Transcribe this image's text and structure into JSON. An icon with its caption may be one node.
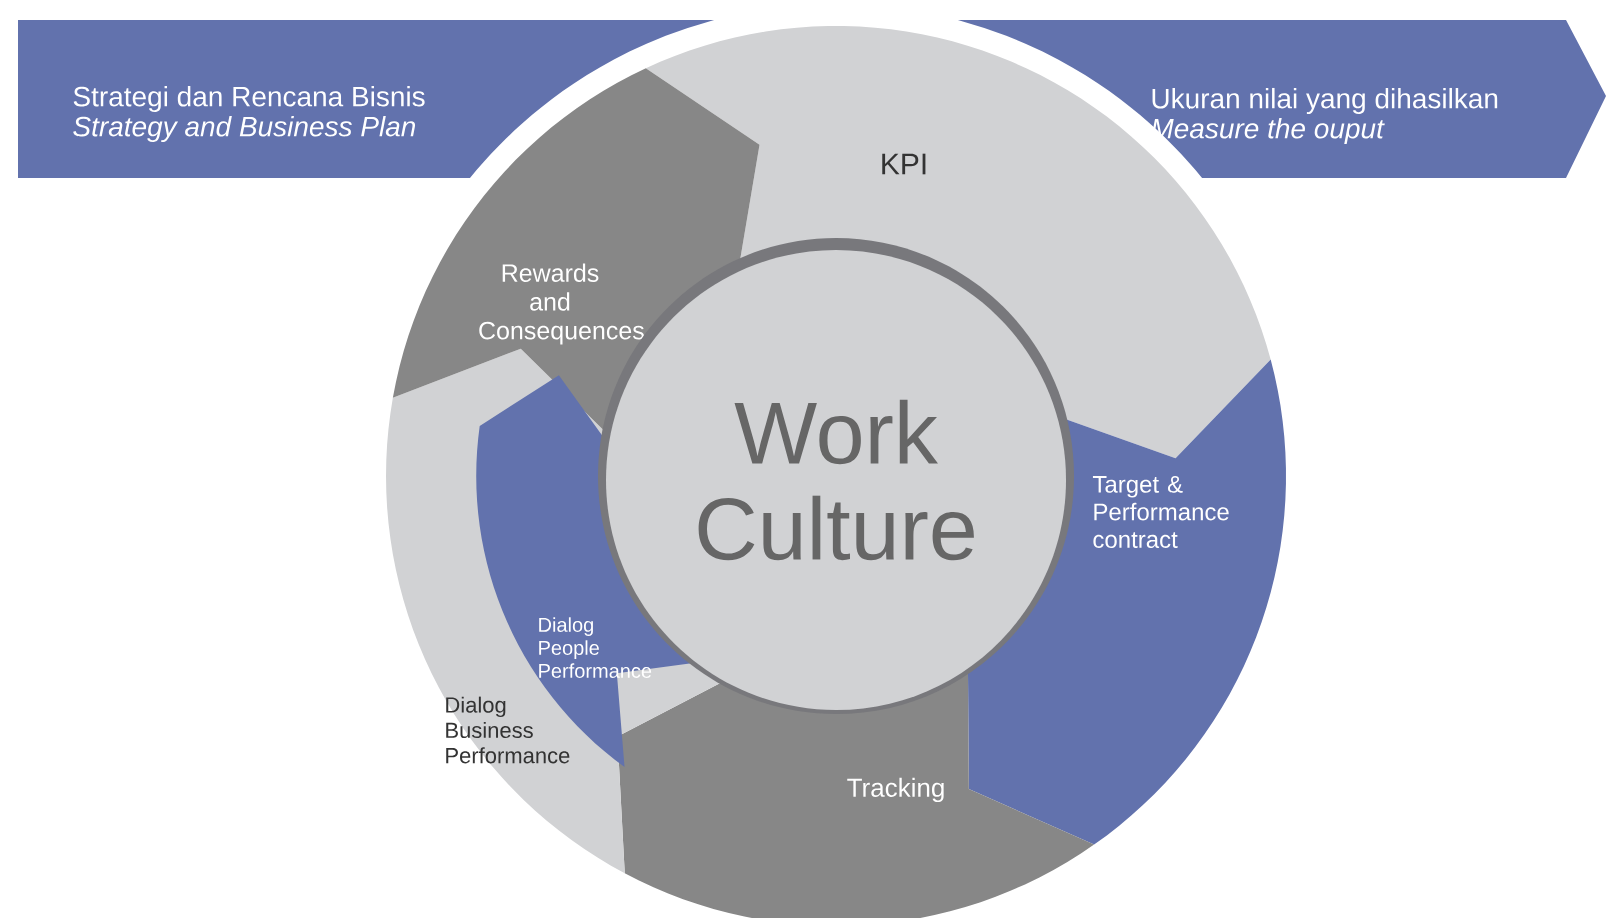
{
  "diagram": {
    "nodes": [
      {
        "text": [
          "Strategi dan Rencana Bisnis",
          "Strategy and Business Plan"
        ]
      },
      {
        "text": [
          "Ukuran nilai yang dihasilkan",
          "Measure the ouput"
        ]
      },
      {
        "text": [
          "KPI"
        ]
      },
      {
        "text": [
          "Target & Performance contract"
        ]
      },
      {
        "text": [
          "Tracking"
        ]
      },
      {
        "text": [
          "Dialog Business Performance"
        ]
      },
      {
        "text": [
          "Dialog People Performance"
        ],
        "in": 5
      },
      {
        "text": [
          "Rewards and Consequences"
        ]
      },
      {
        "text": [
          "Work Culture"
        ]
      }
    ]
  }
}
